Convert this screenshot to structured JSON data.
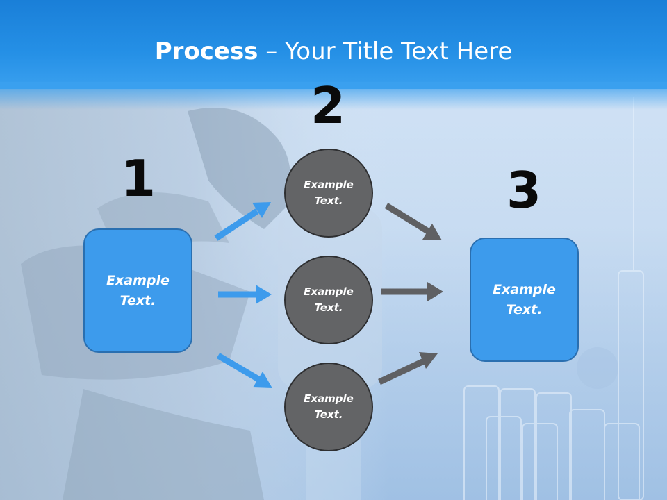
{
  "title": {
    "bold": "Process",
    "rest": " – Your Title Text Here"
  },
  "steps": {
    "one": {
      "number": "1",
      "text": "Example\nText."
    },
    "two": {
      "number": "2",
      "circles": [
        {
          "text": "Example\nText."
        },
        {
          "text": "Example\nText."
        },
        {
          "text": "Example\nText."
        }
      ]
    },
    "three": {
      "number": "3",
      "text": "Example\nText."
    }
  },
  "colors": {
    "header": "#2590e6",
    "box": "#3d9bec",
    "circle": "#636466",
    "arrow_blue": "#3d9bec",
    "arrow_gray": "#5f6063"
  }
}
